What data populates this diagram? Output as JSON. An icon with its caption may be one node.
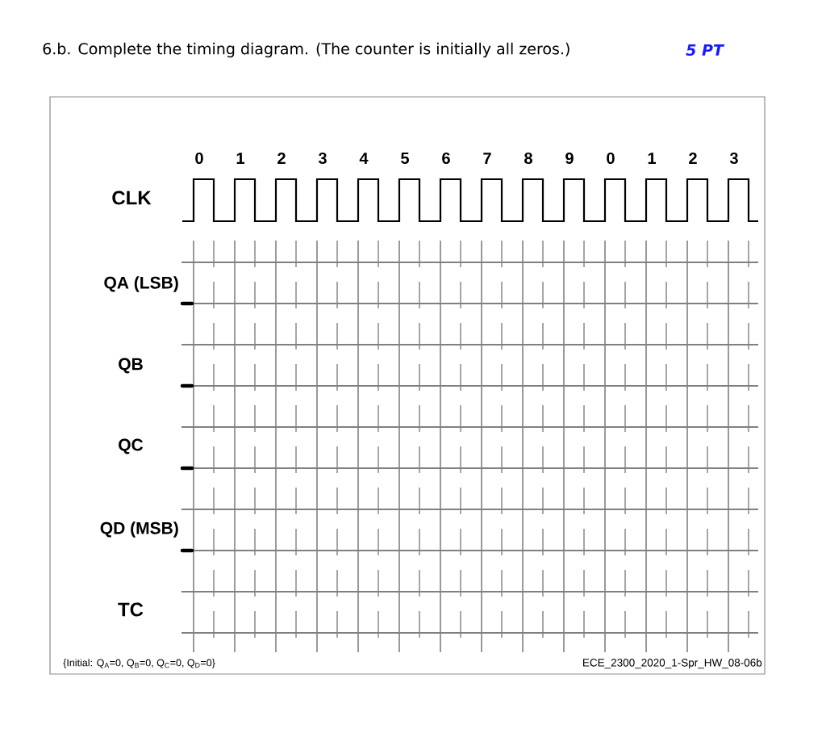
{
  "diagram": {
    "title": "6.b. Complete the timing diagram. (The counter is initially all zeros.)",
    "labels": [
      "5 PT",
      "0",
      "1",
      "2",
      "3",
      "4",
      "5",
      "6",
      "7",
      "8",
      "9",
      "0",
      "1",
      "2",
      "3",
      "CLK",
      "QA (LSB)",
      "QB",
      "QC",
      "QD (MSB)",
      "TC",
      "{Initial: Q$_{A}$=0, Q$_{B}$=0, Q$_{C}$=0, Q$_{D}$=0}",
      "ECE_2300_2020_1-Spr_HW_08-06b"
    ]
  }
}
